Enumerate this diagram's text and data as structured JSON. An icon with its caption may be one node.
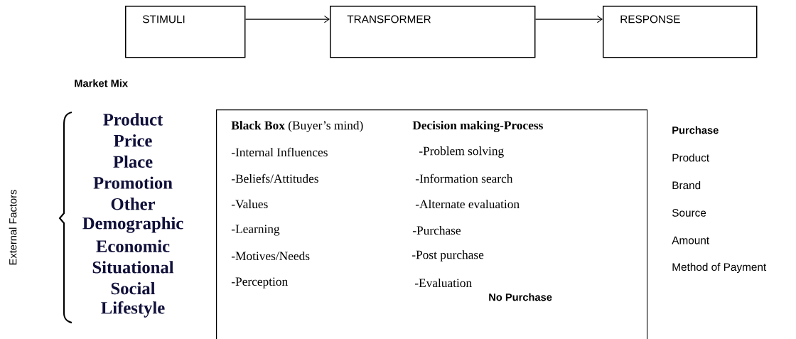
{
  "diagram": {
    "nodes": [
      {
        "text": [
          "STIMULI"
        ]
      },
      {
        "text": [
          "TRANSFORMER"
        ]
      },
      {
        "text": [
          "RESPONSE"
        ]
      },
      {
        "text": [
          "**Black Box** (Buyer’s mind)",
          "-Internal Influences",
          "-Beliefs/Attitudes",
          "-Values",
          "-Learning",
          "-Motives/Needs",
          "-Perception",
          "Decision making-Process",
          "-Problem solving",
          "-Information search",
          "-Alternate evaluation",
          "-Purchase",
          "-Post purchase",
          "-Evaluation",
          "No Purchase"
        ]
      }
    ],
    "edges": [
      {
        "from": 0,
        "to": 1,
        "arrow": "to"
      },
      {
        "from": 1,
        "to": 2,
        "arrow": "to"
      }
    ],
    "labels": [
      "Market Mix",
      "External Factors",
      "Product",
      "Price",
      "Place",
      "Promotion",
      "Other",
      "Demographic",
      "Economic",
      "Situational",
      "Social",
      "Lifestyle",
      "Purchase",
      "Product",
      "Brand",
      "Source",
      "Amount",
      "Method of Payment"
    ]
  }
}
